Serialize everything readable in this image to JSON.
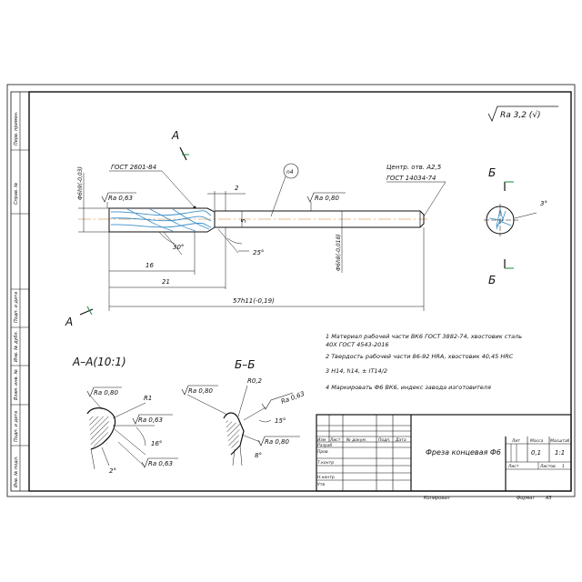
{
  "roughness_general": "Ra 3,2 (√)",
  "section_mark": "А",
  "section_mark_b": "Б",
  "labels": {
    "gost_2601": "ГОСТ 2601-84",
    "center_hole_1": "Центр. отв. А2,5",
    "center_hole_2": "ГОСТ 14034-74",
    "n4": "n4",
    "dia_left": "Ф6h9(-0,03)",
    "dia_right": "Ф6h8(-0,018)",
    "ra063": "Ra 0,63",
    "ra080": "Ra 0,80",
    "dim_2": "2",
    "dim_5": "5",
    "ang_30": "30°",
    "ang_25": "25°",
    "ang_3": "3°",
    "dim_16": "16",
    "dim_21": "21",
    "dim_57": "57h11(-0,19)"
  },
  "notes": [
    "1 Материал рабочей части ВК6 ГОСТ 3882-74, хвостовик сталь",
    "40Х ГОСТ 4543-2016",
    "2 Твердость рабочей части 86-92 HRA, хвостовик 40,45 HRC",
    "3 H14, h14, ± IT14/2",
    "4 Маркировать Ф6 ВК6, индекс завода изготовителя"
  ],
  "section_aa": {
    "title": "А–А(10:1)",
    "ra080": "Ra 0,80",
    "r1": "R1",
    "ra063a": "Ra 0,63",
    "ang16": "16°",
    "ang2": "2°",
    "ra063b": "Ra 0,63"
  },
  "section_bb": {
    "title": "Б–Б",
    "ra080": "Ra 0,80",
    "r02": "R0,2",
    "ra063": "Ra 0,63",
    "ang15": "15°",
    "ra080b": "Ra 0,80",
    "ang8": "8°"
  },
  "title_block": {
    "name": "Фреза концевая Ф6",
    "col_izm": "Изм",
    "col_list": "Лист",
    "col_doc": "№ докум.",
    "col_sign": "Подп.",
    "col_date": "Дата",
    "row_razrab": "Разраб",
    "row_prov": "Пров",
    "row_tkontr": "Т.контр",
    "row_nkontr": "Н.контр",
    "row_utv": "Утв",
    "lit": "Лит",
    "massa": "Масса",
    "masshtab": "Масштаб",
    "mass_val": "0,1",
    "scale_val": "1:1",
    "list": "Лист",
    "listov": "Листов",
    "listov_val": "1",
    "kopiroval": "Копировал",
    "format": "Формат",
    "format_val": "А3"
  },
  "side_stamps": [
    "Перв. примен.",
    "Справ. №",
    "Подп. и дата",
    "Инв. № дубл.",
    "Взам. инв. №",
    "Подп. и дата",
    "Инв. № подл."
  ]
}
